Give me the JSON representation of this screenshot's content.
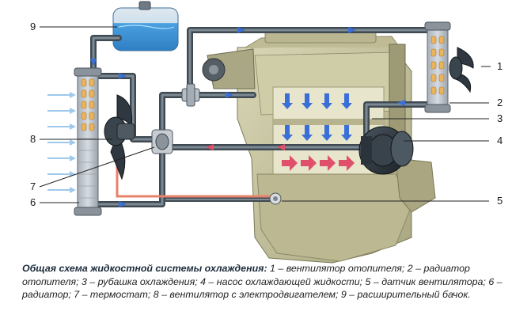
{
  "callouts": {
    "c1": "1",
    "c2": "2",
    "c3": "3",
    "c4": "4",
    "c5": "5",
    "c6": "6",
    "c7": "7",
    "c8": "8",
    "c9": "9"
  },
  "caption": {
    "title": "Общая схема жидкостной системы охлаждения:",
    "legend": "1 – вентилятор отопителя; 2 – радиатор отопителя; 3 – рубашка охлаждения; 4 – насос охлаждающей жидкости; 5 – датчик вентилятора; 6 – радиатор; 7 – термостат; 8 – вентилятор с электродвигателем; 9 – расширительный бачок."
  },
  "colors": {
    "pipe": "#4a5660",
    "coolant_arrow": "#3b6fd8",
    "hot_arrow": "#e0506a",
    "engine": "#c8c5a0",
    "radiator": "#c7ccd3",
    "tank_liquid": "#5aa9e6",
    "air_arrow": "#9ec9ec"
  }
}
